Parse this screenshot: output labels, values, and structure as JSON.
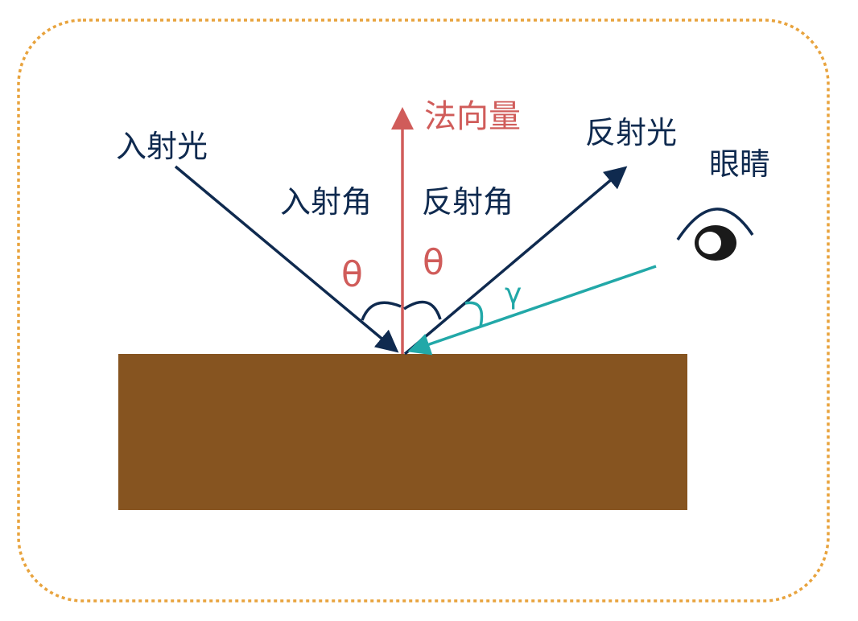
{
  "labels": {
    "incident_light": "入射光",
    "normal_vector": "法向量",
    "reflected_light": "反射光",
    "eye": "眼睛",
    "incident_angle": "入射角",
    "reflection_angle": "反射角",
    "theta_left": "θ",
    "theta_right": "θ",
    "gamma": "γ"
  },
  "colors": {
    "navy": "#0f2a4f",
    "normal_red": "#d05c5a",
    "view_teal": "#22a8a8",
    "surface_brown": "#865420",
    "border_orange": "#e8a33d",
    "eye_black": "#1a1a1a"
  }
}
